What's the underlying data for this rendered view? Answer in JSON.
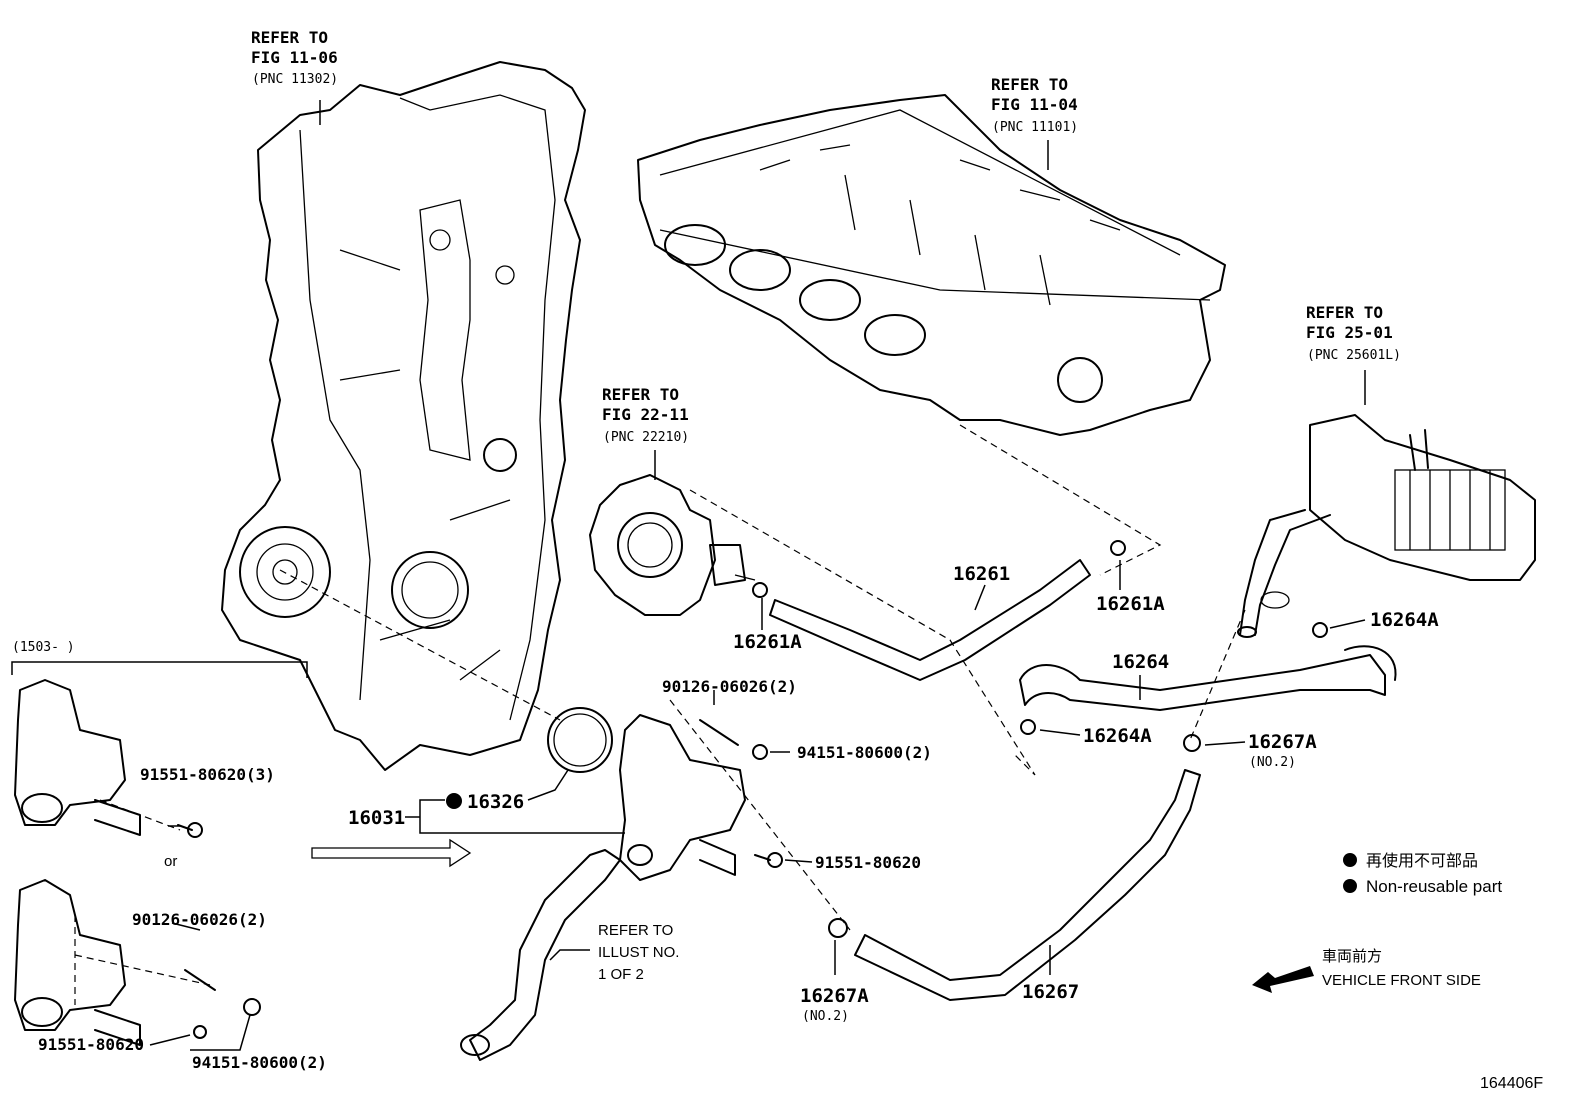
{
  "refs": {
    "timing_cover": [
      "REFER TO",
      "FIG 11-06",
      "(PNC 11302)"
    ],
    "cylinder_head": [
      "REFER TO",
      "FIG 11-04",
      "(PNC 11101)"
    ],
    "throttle_body": [
      "REFER TO",
      "FIG 22-11",
      "(PNC 22210)"
    ],
    "egr_cooler": [
      "REFER TO",
      "FIG 25-01",
      "(PNC 25601L)"
    ],
    "radiator_hose": [
      "REFER TO",
      "ILLUST NO.",
      "1 OF 2"
    ]
  },
  "parts": {
    "p16261": "16261",
    "p16261A_upper": "16261A",
    "p16261A_lower": "16261A",
    "p16264": "16264",
    "p16264A_right": "16264A",
    "p16264A_left": "16264A",
    "p16267A_right": "16267A",
    "p16267A_right_note": "(NO.2)",
    "p16267A_lower": "16267A",
    "p16267A_lower_note": "(NO.2)",
    "p16267": "16267",
    "p16031": "16031",
    "p16326": "16326",
    "stud_main": "90126-06026(2)",
    "nut_main": "94151-80600(2)",
    "bolt_main": "91551-80620",
    "bolt_upper_left": "91551-80620(3)",
    "stud_lower_left": "90126-06026(2)",
    "bolt_lower_left": "91551-80620",
    "nut_lower_left": "94151-80600(2)"
  },
  "date_range": "(1503-      )",
  "or_text": "or",
  "legend": {
    "jp": "再使用不可部品",
    "en": "Non-reusable part"
  },
  "front": {
    "jp": "車両前方",
    "en": "VEHICLE FRONT SIDE"
  },
  "figure_id": "164406F"
}
